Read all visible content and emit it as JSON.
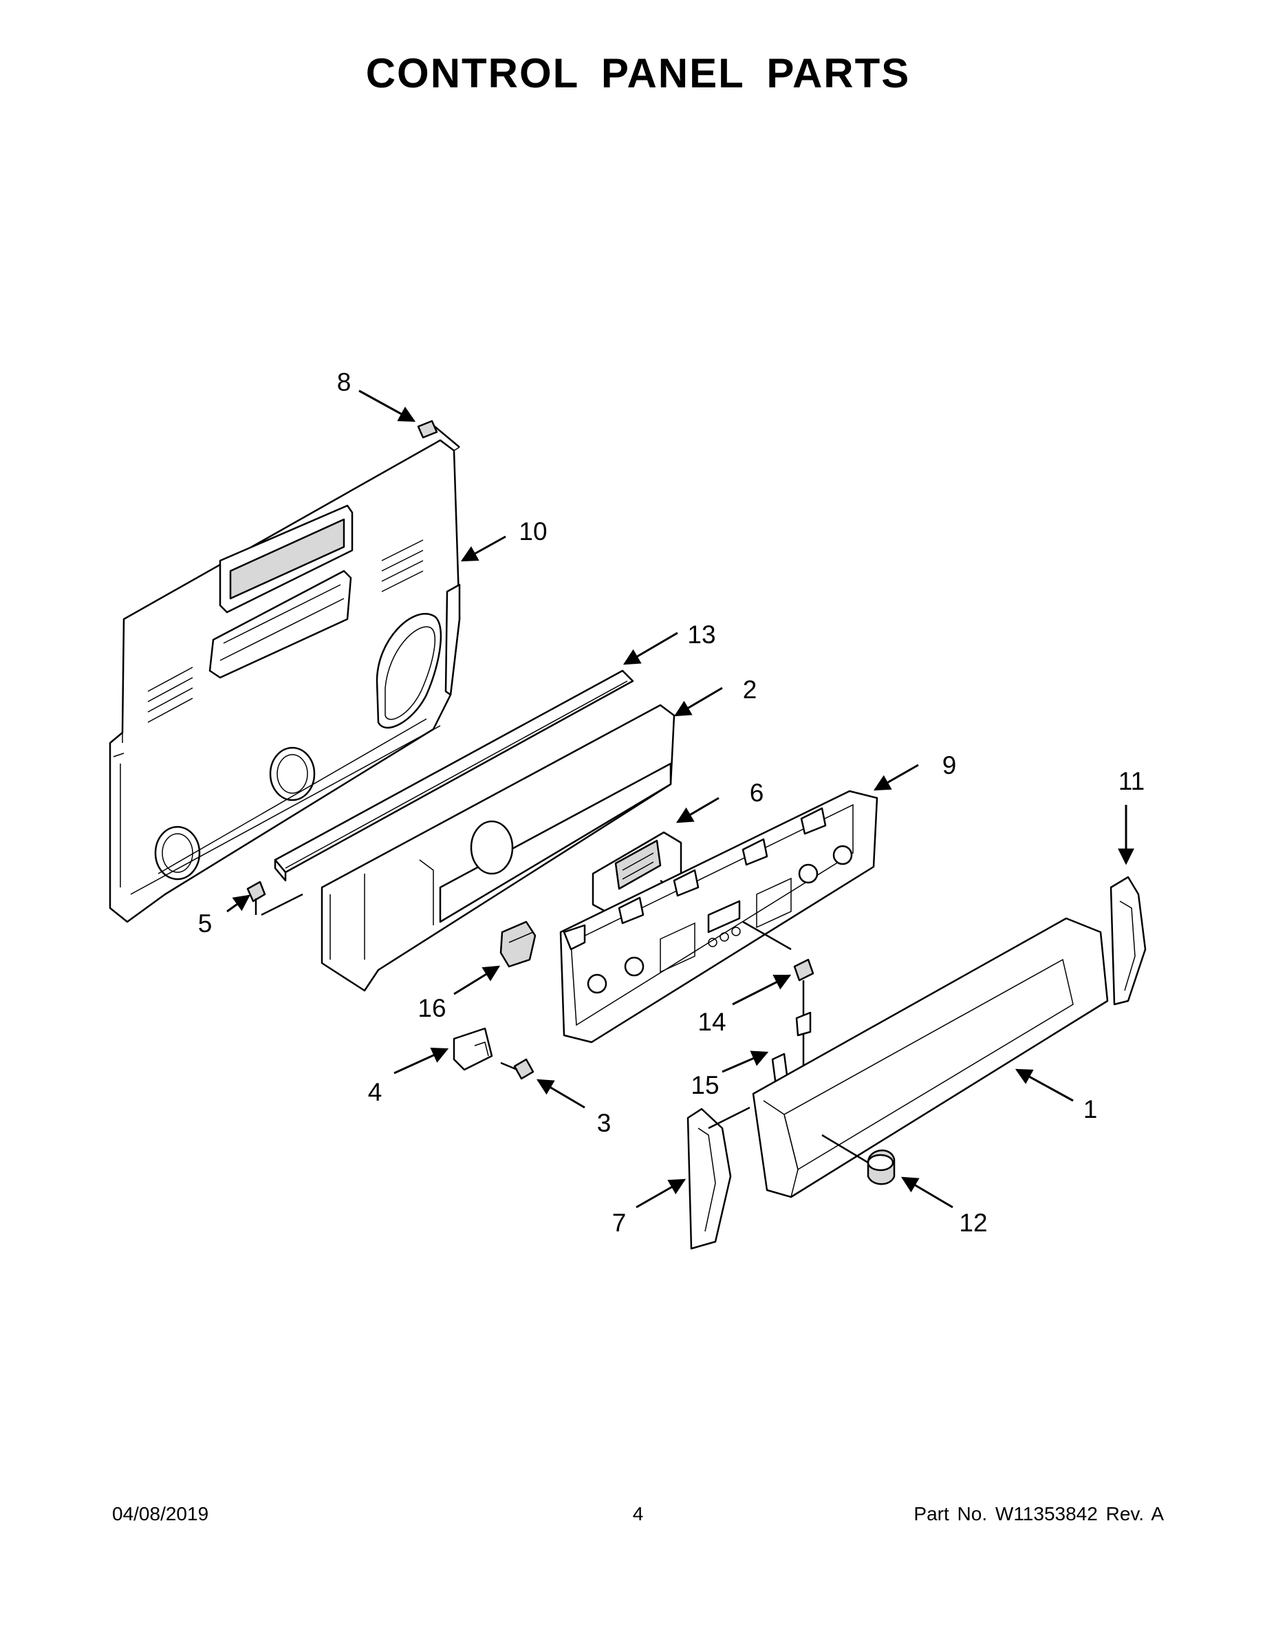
{
  "title": "CONTROL PANEL PARTS",
  "callouts": {
    "c1": "1",
    "c2": "2",
    "c3": "3",
    "c4": "4",
    "c5": "5",
    "c6": "6",
    "c7": "7",
    "c8": "8",
    "c9": "9",
    "c10": "10",
    "c11": "11",
    "c12": "12",
    "c13": "13",
    "c14": "14",
    "c15": "15",
    "c16": "16"
  },
  "footer": {
    "date": "04/08/2019",
    "page": "4",
    "part": "Part No.  W11353842  Rev.  A"
  }
}
